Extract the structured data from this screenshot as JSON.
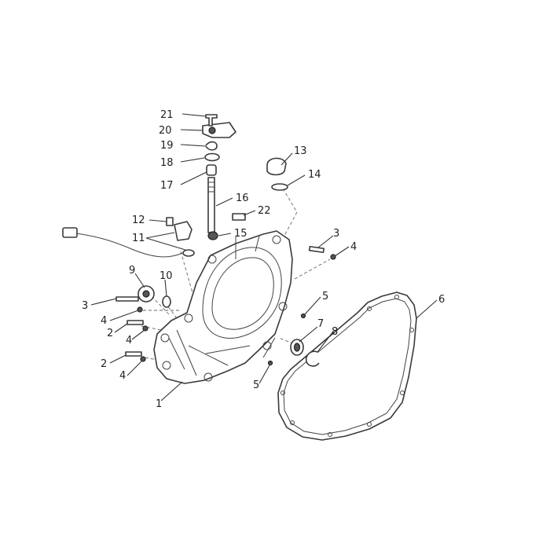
{
  "callouts": [
    {
      "id": "c1",
      "label": "1"
    },
    {
      "id": "c2a",
      "label": "2"
    },
    {
      "id": "c2b",
      "label": "2"
    },
    {
      "id": "c3a",
      "label": "3"
    },
    {
      "id": "c3b",
      "label": "3"
    },
    {
      "id": "c4a",
      "label": "4"
    },
    {
      "id": "c4b",
      "label": "4"
    },
    {
      "id": "c4c",
      "label": "4"
    },
    {
      "id": "c4d",
      "label": "4"
    },
    {
      "id": "c5a",
      "label": "5"
    },
    {
      "id": "c5b",
      "label": "5"
    },
    {
      "id": "c6",
      "label": "6"
    },
    {
      "id": "c7",
      "label": "7"
    },
    {
      "id": "c8",
      "label": "8"
    },
    {
      "id": "c9",
      "label": "9"
    },
    {
      "id": "c10",
      "label": "10"
    },
    {
      "id": "c11",
      "label": "11"
    },
    {
      "id": "c12",
      "label": "12"
    },
    {
      "id": "c13",
      "label": "13"
    },
    {
      "id": "c14",
      "label": "14"
    },
    {
      "id": "c15",
      "label": "15"
    },
    {
      "id": "c16",
      "label": "16"
    },
    {
      "id": "c17",
      "label": "17"
    },
    {
      "id": "c18",
      "label": "18"
    },
    {
      "id": "c19",
      "label": "19"
    },
    {
      "id": "c20",
      "label": "20"
    },
    {
      "id": "c21",
      "label": "21"
    },
    {
      "id": "c22",
      "label": "22"
    }
  ]
}
